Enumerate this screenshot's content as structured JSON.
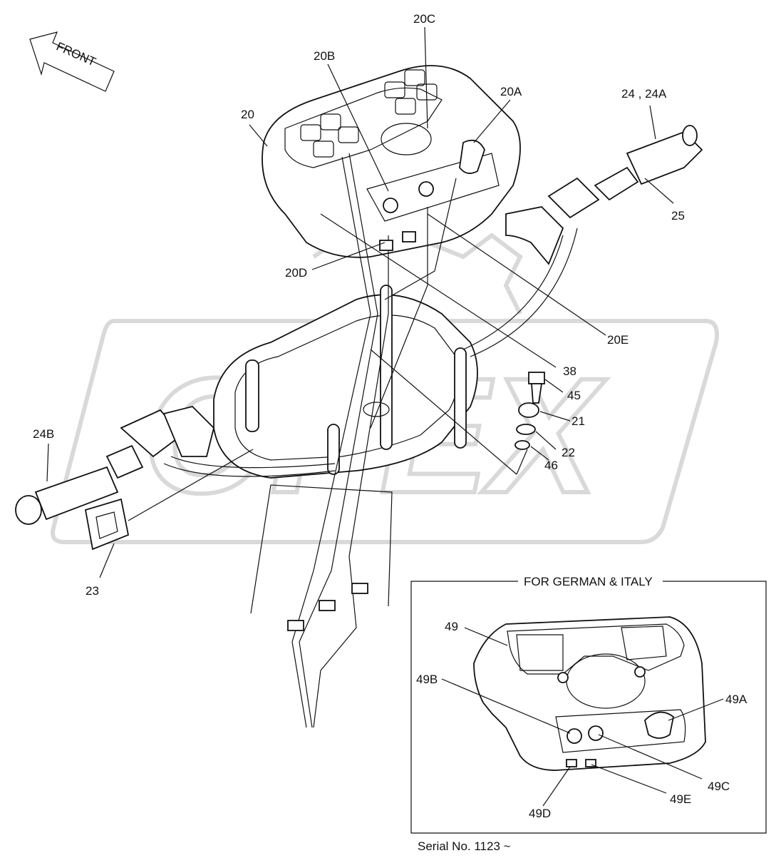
{
  "orientation_arrow": {
    "text": "FRONT"
  },
  "callouts": [
    "20C",
    "20B",
    "20A",
    "20",
    "24 , 24A",
    "25",
    "20D",
    "20E",
    "38",
    "45",
    "21",
    "22",
    "46",
    "24B",
    "23"
  ],
  "inset": {
    "title": "FOR GERMAN & ITALY",
    "callouts": [
      "49",
      "49B",
      "49A",
      "49C",
      "49E",
      "49D"
    ]
  },
  "serial_note": "Serial No. 1123 ~",
  "watermark_text": "OPEX",
  "colors": {
    "line": "#111111",
    "watermark": "#d9d9d9",
    "background": "#ffffff"
  }
}
